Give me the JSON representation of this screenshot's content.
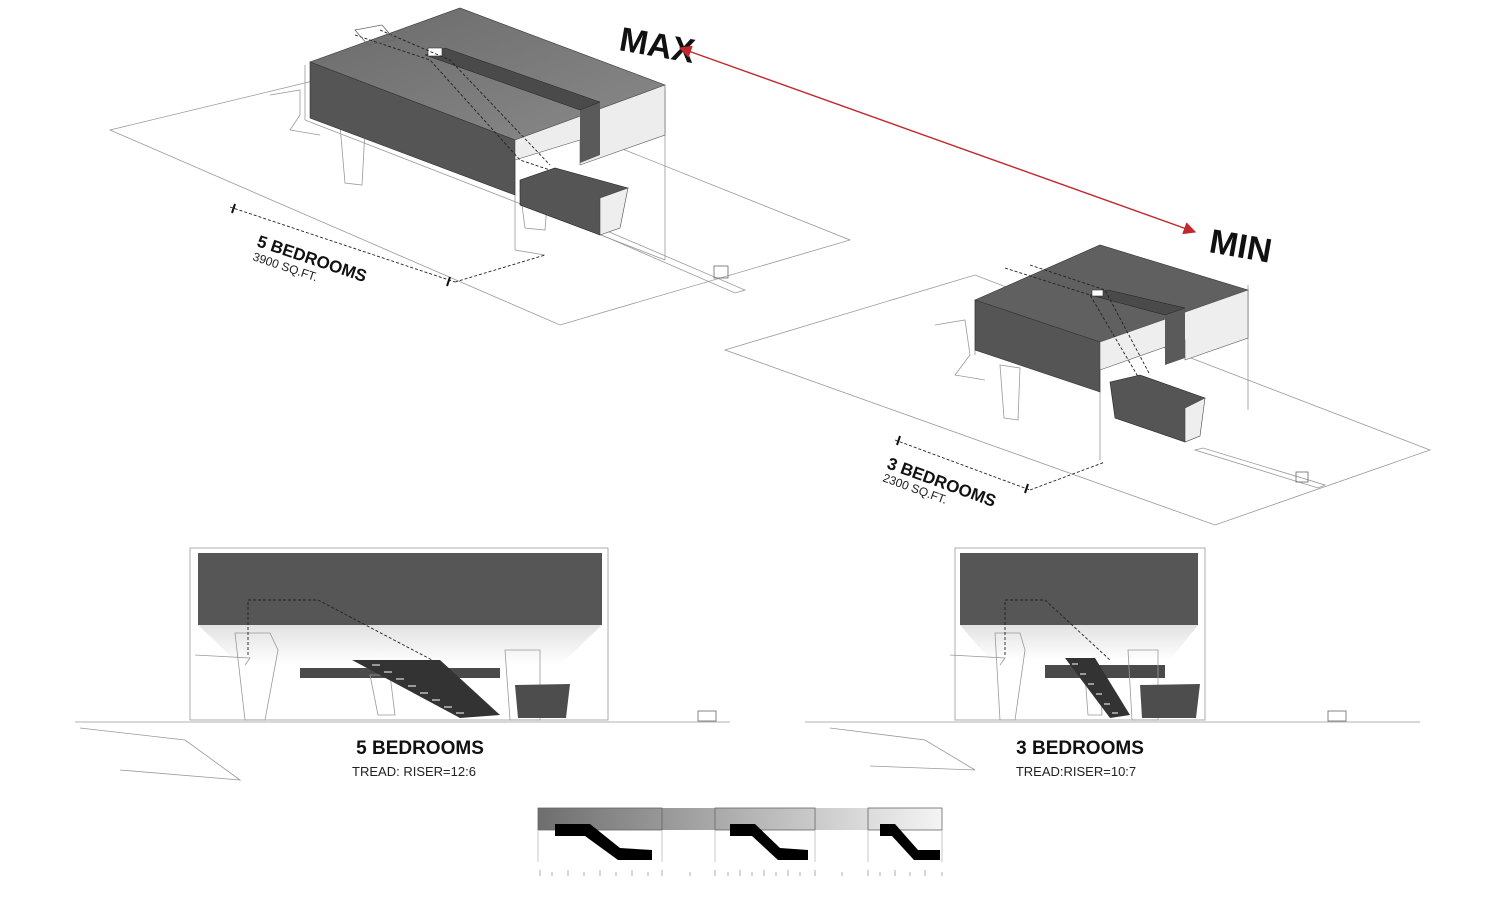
{
  "range": {
    "max_label": "MAX",
    "min_label": "MIN",
    "arrow_color": "#c0282d"
  },
  "options": [
    {
      "bedrooms": "5 BEDROOMS",
      "area": "3900 SQ.FT.",
      "section_title": "5 BEDROOMS",
      "section_ratio": "TREAD: RISER=12:6"
    },
    {
      "bedrooms": "3 BEDROOMS",
      "area": "2300 SQ.FT.",
      "section_title": "3 BEDROOMS",
      "section_ratio": "TREAD:RISER=10:7"
    }
  ],
  "colors": {
    "mass_dark": "#565656",
    "mass_mid": "#7a7a7a",
    "mass_light": "#ececec",
    "black": "#000000"
  }
}
